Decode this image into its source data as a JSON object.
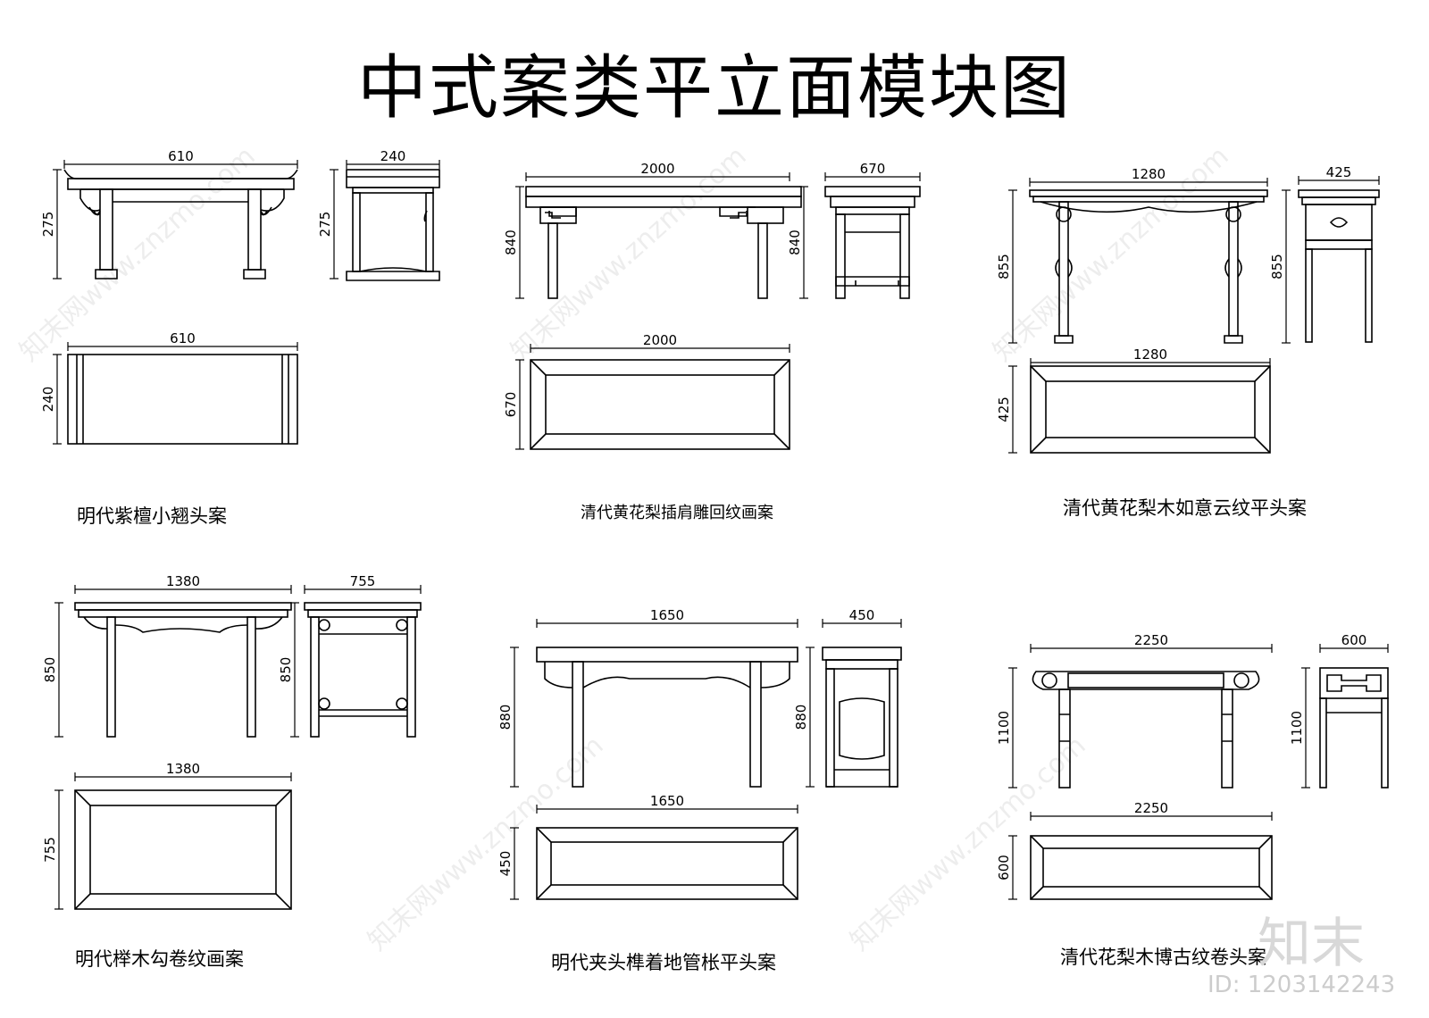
{
  "title": "中式案类平立面模块图",
  "modules": [
    {
      "name": "明代紫檀小翘头案",
      "front_width": "610",
      "side_depth": "240",
      "height": "275",
      "plan_width": "610",
      "plan_depth": "240"
    },
    {
      "name": "清代黄花梨插肩雕回纹画案",
      "front_width": "2000",
      "side_depth": "670",
      "height": "840",
      "plan_width": "2000",
      "plan_depth": "670"
    },
    {
      "name": "清代黄花梨木如意云纹平头案",
      "front_width": "1280",
      "side_depth": "425",
      "height": "855",
      "plan_width": "1280",
      "plan_depth": "425"
    },
    {
      "name": "明代榉木勾卷纹画案",
      "front_width": "1380",
      "side_depth": "755",
      "height": "850",
      "plan_width": "1380",
      "plan_depth": "755"
    },
    {
      "name": "明代夹头榫着地管枨平头案",
      "front_width": "1650",
      "side_depth": "450",
      "height": "880",
      "plan_width": "1650",
      "plan_depth": "450"
    },
    {
      "name": "清代花梨木博古纹卷头案",
      "front_width": "2250",
      "side_depth": "600",
      "height": "1100",
      "plan_width": "2250",
      "plan_depth": "600"
    }
  ],
  "watermark": {
    "logo": "知末",
    "id": "ID: 1203142243",
    "site": "知末网www.znzmo.com"
  }
}
